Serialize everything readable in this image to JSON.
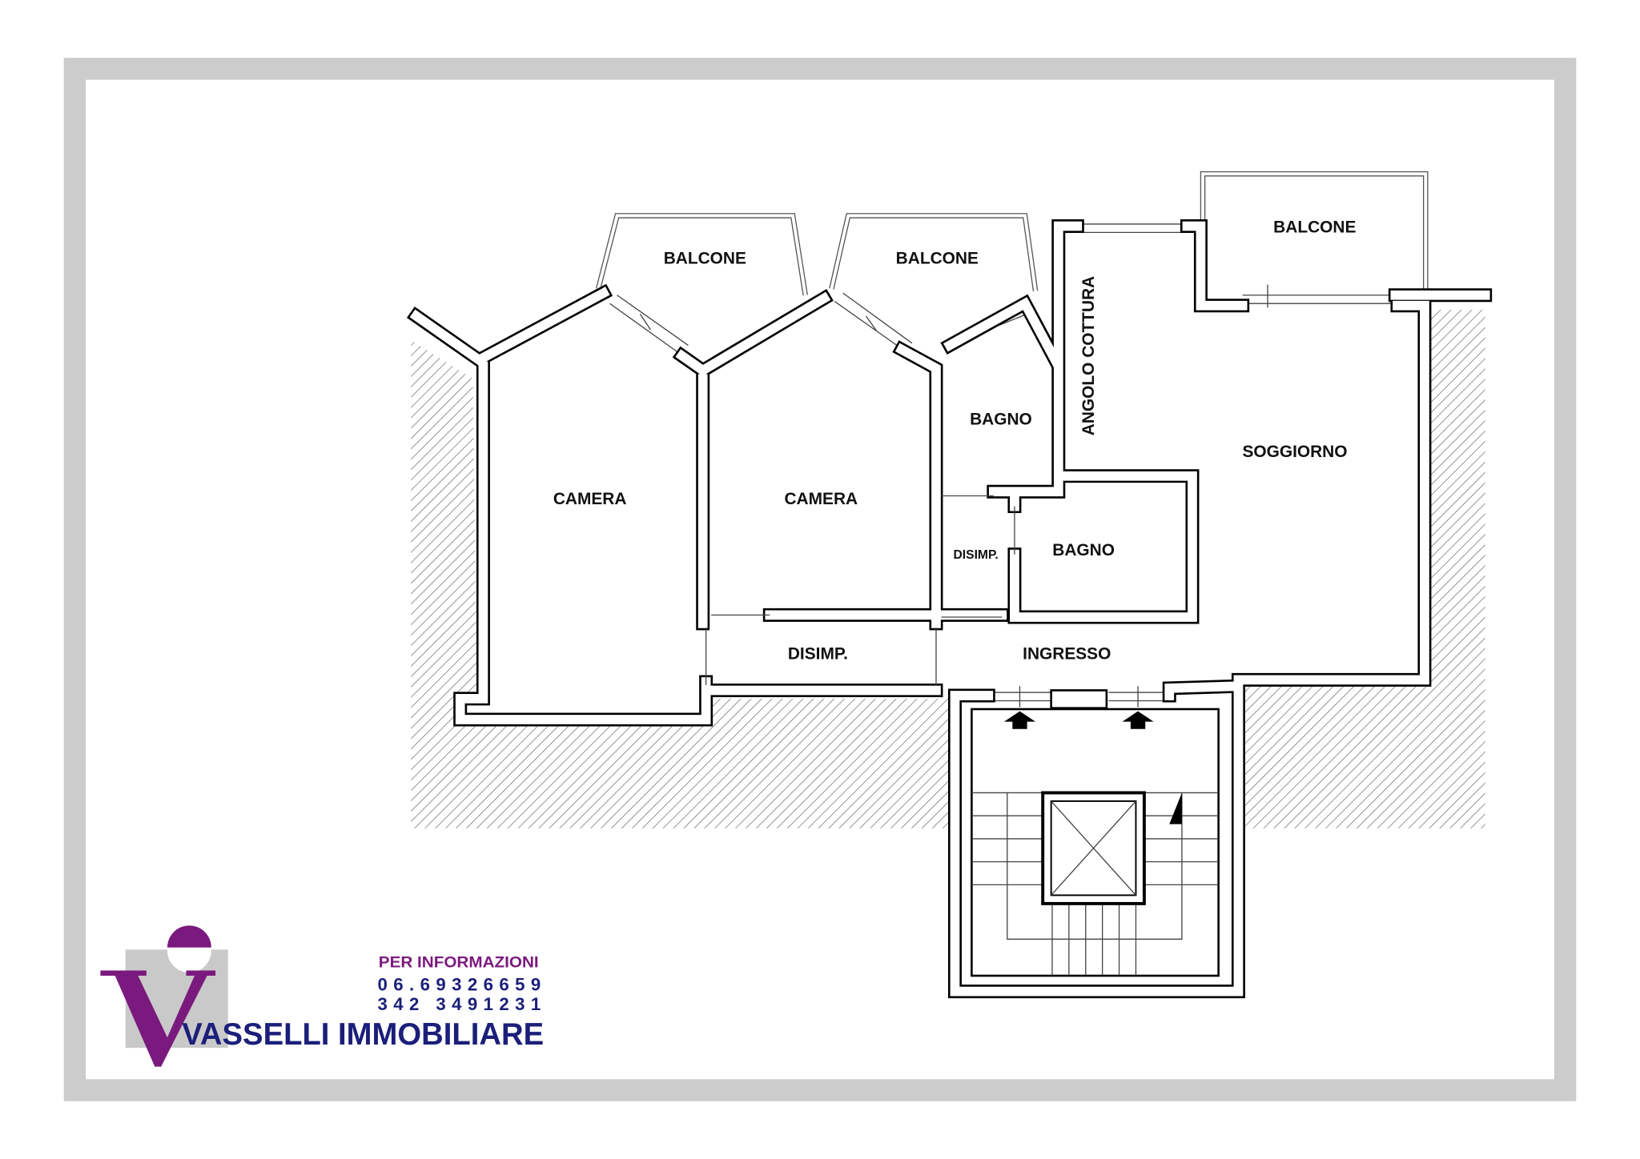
{
  "rooms": {
    "balcone_1": "BALCONE",
    "balcone_2": "BALCONE",
    "balcone_3": "BALCONE",
    "camera_1": "CAMERA",
    "camera_2": "CAMERA",
    "bagno_1": "BAGNO",
    "bagno_2": "BAGNO",
    "angolo_cottura": "ANGOLO COTTURA",
    "soggiorno": "SOGGIORNO",
    "disimp_1": "DISIMP.",
    "disimp_2": "DISIMP.",
    "ingresso": "INGRESSO"
  },
  "agency": {
    "name": "VASSELLI IMMOBILIARE",
    "info_label": "PER INFORMAZIONI",
    "phone_1": "06.69326659",
    "phone_2": "342 3491231",
    "logo_letters": "Vi"
  },
  "colors": {
    "frame": "#cccccc",
    "brand_purple": "#7b1a7e",
    "brand_navy": "#1b1f7a"
  }
}
